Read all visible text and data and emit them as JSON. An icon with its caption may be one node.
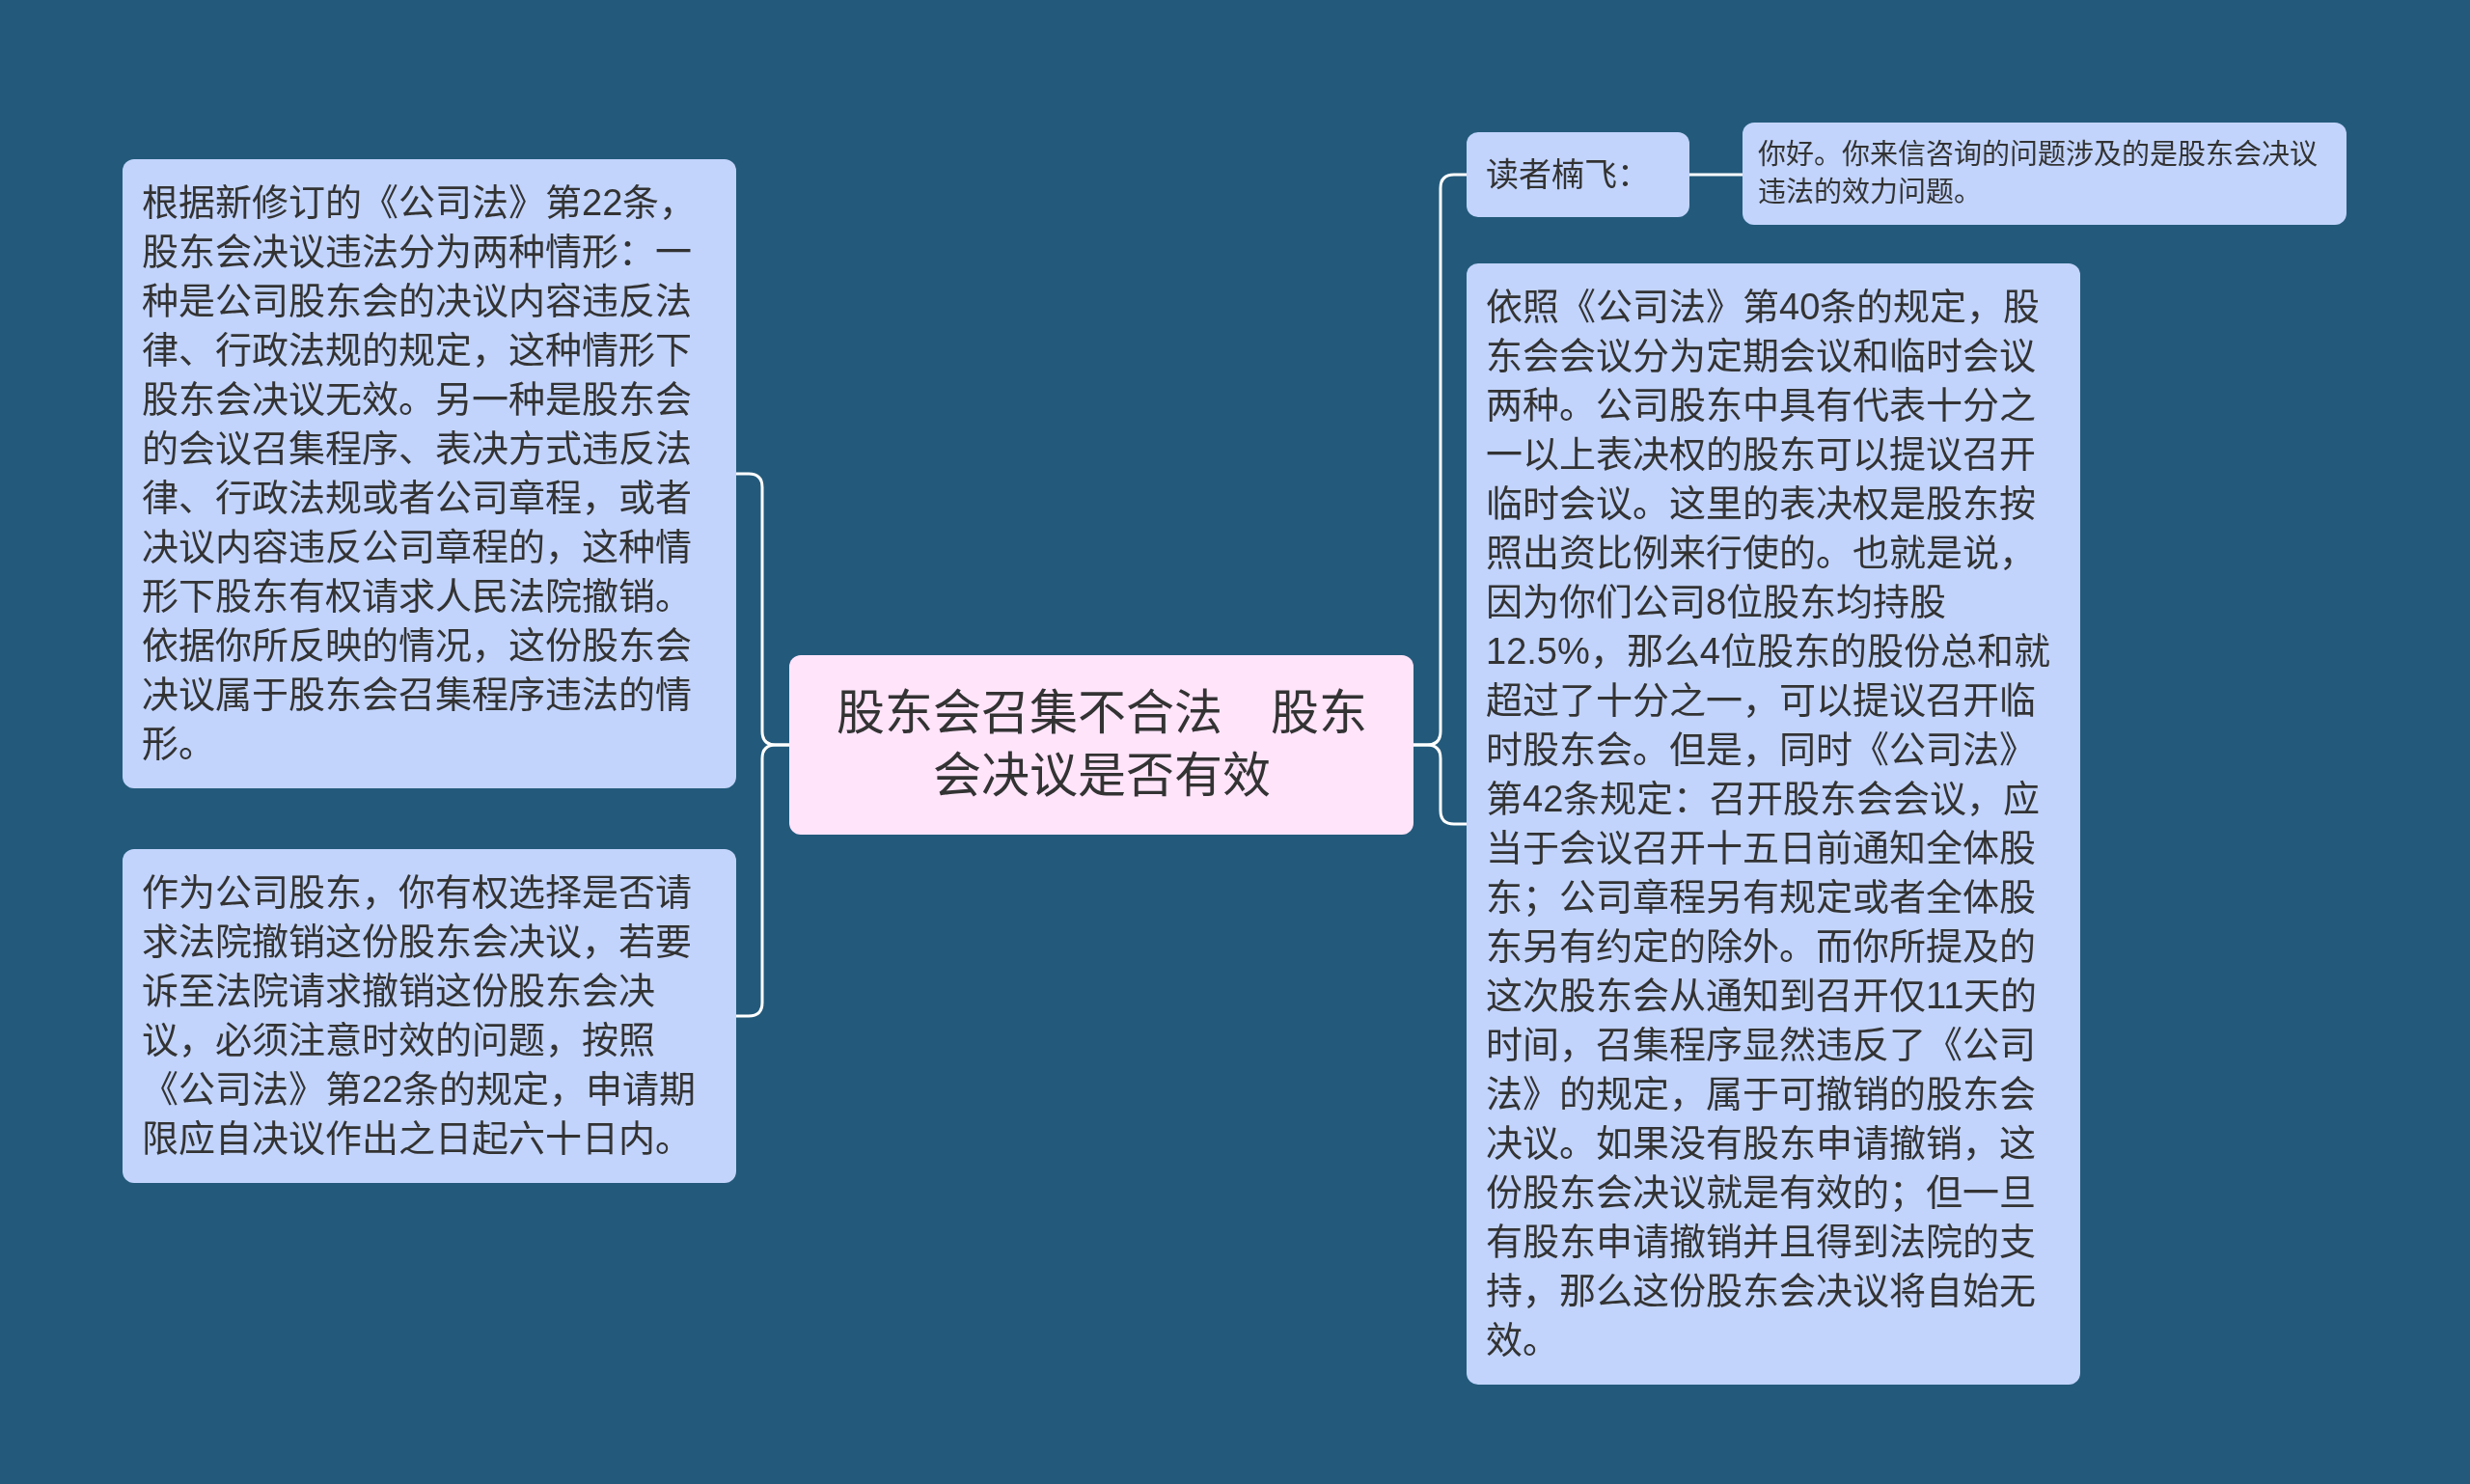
{
  "diagram": {
    "nodes": [
      {
        "text": [
          "股东会召集不合法　股东会决议是否有效"
        ]
      },
      {
        "text": [
          "根据新修订的《公司法》第22条，股东会决议违法分为两种情形：一种是公司股东会的决议内容违反法律、行政法规的规定，这种情形下股东会决议无效。另一种是股东会的会议召集程序、表决方式违反法律、行政法规或者公司章程，或者决议内容违反公司章程的，这种情形下股东有权请求人民法院撤销。依据你所反映的情况，这份股东会决议属于股东会召集程序违法的情形。"
        ]
      },
      {
        "text": [
          "作为公司股东，你有权选择是否请求法院撤销这份股东会决议，若要诉至法院请求撤销这份股东会决议，必须注意时效的问题，按照《公司法》第22条的规定，申请期限应自决议作出之日起六十日内。"
        ]
      },
      {
        "text": [
          "读者楠飞："
        ]
      },
      {
        "text": [
          "你好。你来信咨询的问题涉及的是股东会决议违法的效力问题。"
        ]
      },
      {
        "text": [
          "依照《公司法》第40条的规定，股东会会议分为定期会议和临时会议两种。公司股东中具有代表十分之一以上表决权的股东可以提议召开临时会议。这里的表决权是股东按照出资比例来行使的。也就是说，因为你们公司8位股东均持股12.5%，那么4位股东的股份总和就超过了十分之一，可以提议召开临时股东会。但是，同时《公司法》第42条规定：召开股东会会议，应当于会议召开十五日前通知全体股东；公司章程另有规定或者全体股东另有约定的除外。而你所提及的这次股东会从通知到召开仅11天的时间，召集程序显然违反了《公司法》的规定，属于可撤销的股东会决议。如果没有股东申请撤销，这份股东会决议就是有效的；但一旦有股东申请撤销并且得到法院的支持，那么这份股东会决议将自始无效。"
        ]
      }
    ],
    "edges": [
      {
        "from": 0,
        "to": 1,
        "arrow": "none"
      },
      {
        "from": 0,
        "to": 2,
        "arrow": "none"
      },
      {
        "from": 0,
        "to": 3,
        "arrow": "none"
      },
      {
        "from": 3,
        "to": 4,
        "arrow": "none"
      },
      {
        "from": 0,
        "to": 5,
        "arrow": "none"
      }
    ]
  }
}
